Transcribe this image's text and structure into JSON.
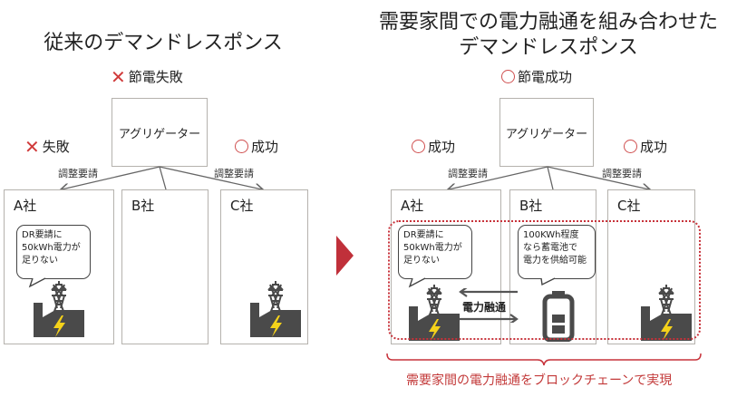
{
  "left_panel": {
    "title": "従来のデマンドレスポンス",
    "overall_status": {
      "mark": "x",
      "label": "節電失敗"
    },
    "aggregator": "アグリゲーター",
    "left_status": {
      "mark": "x",
      "label": "失敗"
    },
    "right_status": {
      "mark": "o",
      "label": "成功"
    },
    "request_left": "調整要請",
    "request_right": "調整要請",
    "companies": [
      {
        "name": "A社",
        "bubble": [
          "DR要請に",
          "50kWh電力が",
          "足りない"
        ],
        "icon": "factory-power-tower-icon"
      },
      {
        "name": "B社"
      },
      {
        "name": "C社",
        "icon": "factory-power-tower-icon"
      }
    ]
  },
  "arrow_icon": "triangle-right-icon",
  "right_panel": {
    "title_line1": "需要家間での電力融通を組み合わせた",
    "title_line2": "デマンドレスポンス",
    "overall_status": {
      "mark": "o",
      "label": "節電成功"
    },
    "aggregator": "アグリゲーター",
    "left_status": {
      "mark": "o",
      "label": "成功"
    },
    "right_status": {
      "mark": "o",
      "label": "成功"
    },
    "request_left": "調整要請",
    "request_right": "調整要請",
    "companies": [
      {
        "name": "A社",
        "bubble": [
          "DR要請に",
          "50kWh電力が",
          "足りない"
        ],
        "icon": "factory-power-tower-icon"
      },
      {
        "name": "B社",
        "bubble": [
          "100KWh程度",
          "なら蓄電池で",
          "電力を供給可能"
        ],
        "icon": "battery-icon"
      },
      {
        "name": "C社",
        "icon": "factory-power-tower-icon"
      }
    ],
    "exchange_label": "電力融通",
    "caption": "需要家間の電力融通をブロックチェーンで実現"
  },
  "colors": {
    "accent_red": "#c7323a",
    "icon_gray": "#4a4a4a",
    "bolt_yellow": "#f5d21a",
    "border_gray": "#b5b2ad"
  }
}
